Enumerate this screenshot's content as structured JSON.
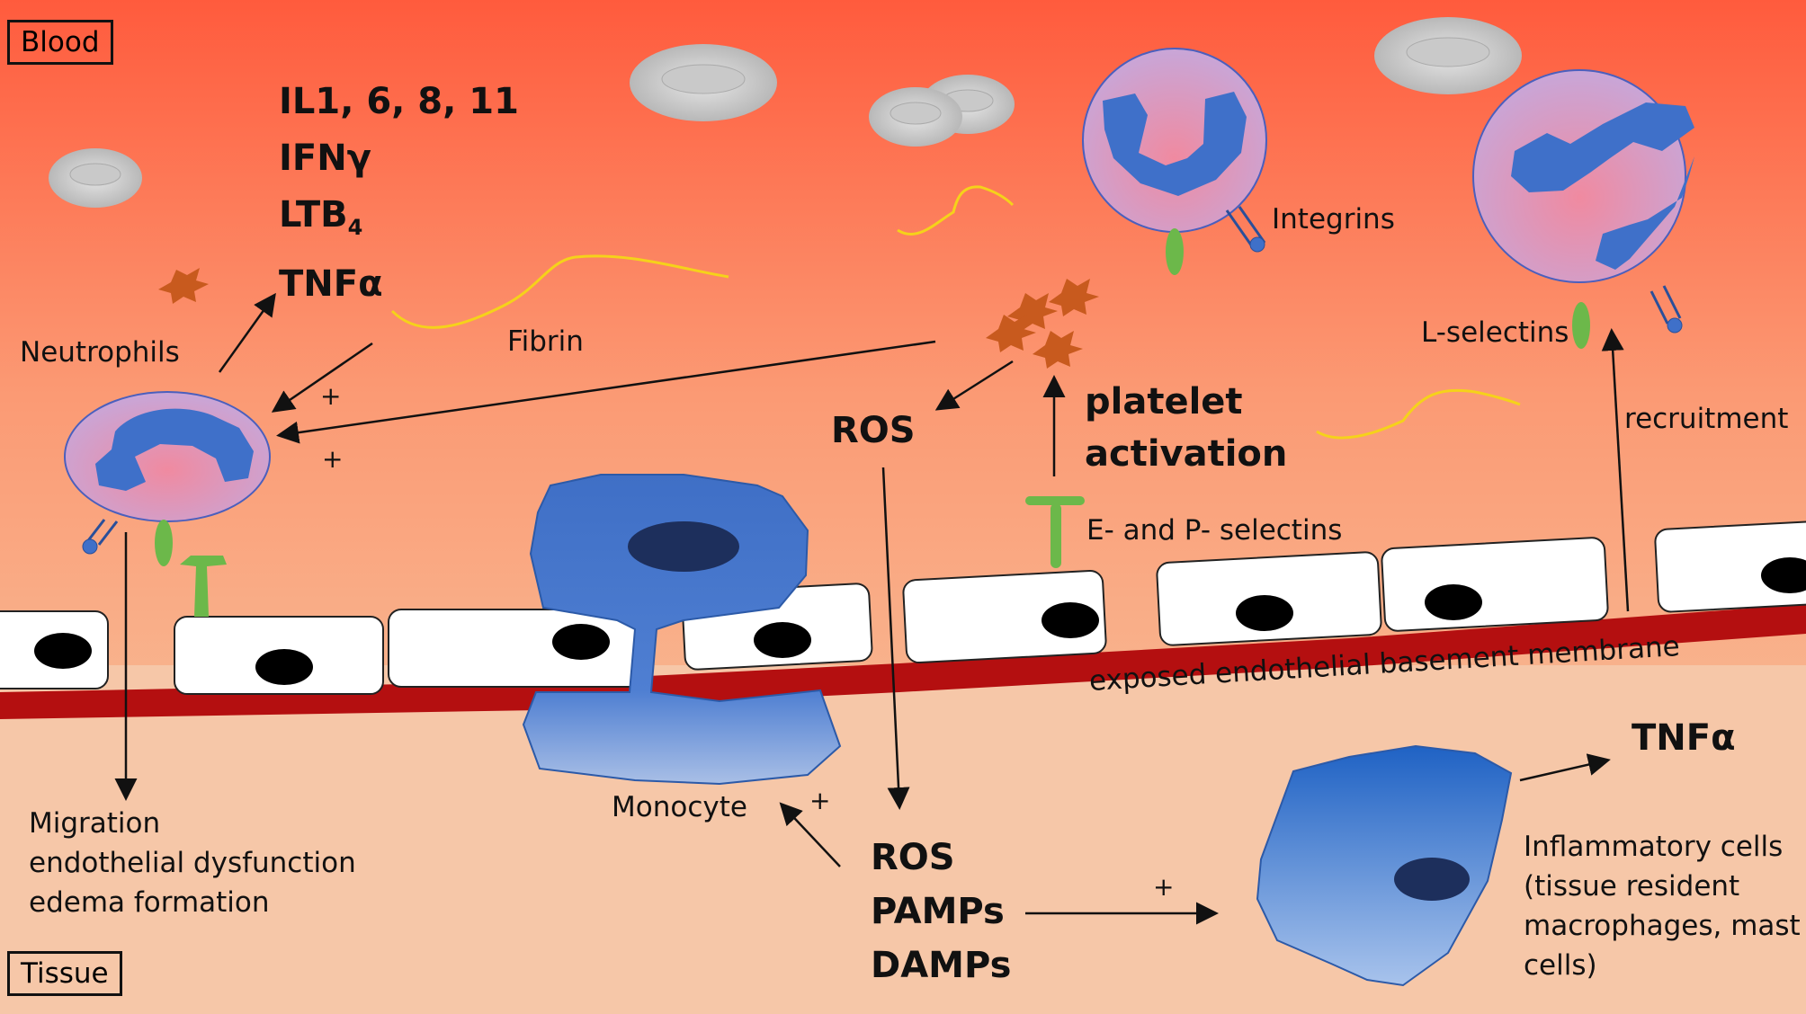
{
  "regions": {
    "blood": "Blood",
    "tissue": "Tissue"
  },
  "cytokines": [
    "IL1, 6, 8, 11",
    "IFNγ",
    "LTB",
    "TNFα"
  ],
  "cytokine_sub": "4",
  "labels": {
    "neutrophils": "Neutrophils",
    "fibrin": "Fibrin",
    "integrins": "Integrins",
    "l_selectins": "L-selectins",
    "recruitment": "recruitment",
    "ros_top": "ROS",
    "platelet_activation_1": "platelet",
    "platelet_activation_2": "activation",
    "e_p_selectins": "E- and P- selectins",
    "basement_membrane": "exposed endothelial basement membrane",
    "monocyte": "Monocyte",
    "tnf_tissue": "TNFα",
    "plus": "+"
  },
  "migration_lines": [
    "Migration",
    "endothelial dysfunction",
    "edema formation"
  ],
  "danger_signals": [
    "ROS",
    "PAMPs",
    "DAMPs"
  ],
  "inflammatory_lines": [
    "Inflammatory cells",
    "(tissue resident",
    "macrophages, mast",
    "cells)"
  ],
  "colors": {
    "blood_top": "#ff5a3c",
    "blood_mid": "#f99f7a",
    "tissue": "#f6c4a4",
    "basement": "#b20f0f",
    "cell_blue": "#3f70c9",
    "nucleus": "#0a0a0a",
    "selectin": "#6cb84a",
    "fibrin": "#f3d21c",
    "platelet": "#c8571f"
  }
}
